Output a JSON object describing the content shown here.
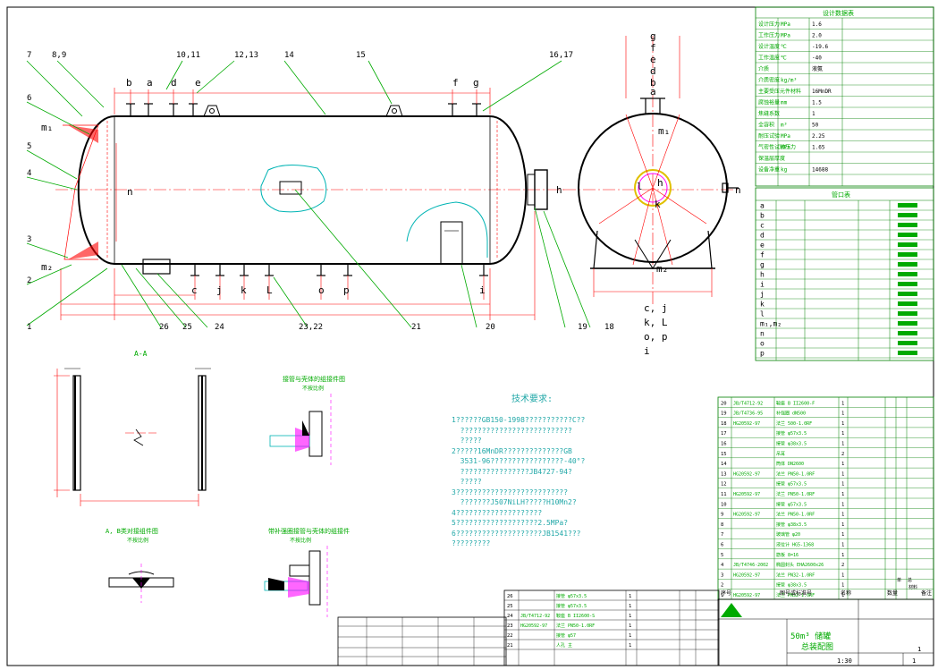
{
  "drawing": {
    "colors": {
      "outline": "#000000",
      "leader": "#00aa00",
      "dimension": "#ff0000",
      "annotation": "#00b4b4",
      "table_line": "#008000",
      "detail": "#ff00ff",
      "highlight": "#e0c000",
      "table_fill": "#00aa00"
    },
    "part_numbers": [
      "1",
      "2",
      "3",
      "4",
      "5",
      "6",
      "7",
      "8,9",
      "10,11",
      "12,13",
      "14",
      "15",
      "16,17",
      "18",
      "19",
      "20",
      "21",
      "22,23",
      "24",
      "25",
      "26"
    ],
    "nozzle_labels_top": [
      "b",
      "a",
      "d",
      "e",
      "f",
      "g"
    ],
    "nozzle_labels_bottom": [
      "c",
      "j",
      "k",
      "L",
      "o",
      "p",
      "i"
    ],
    "head_labels": [
      "m₁",
      "m₂",
      "n"
    ],
    "side_view": {
      "top_letters": [
        "g",
        "f",
        "e",
        "d",
        "b",
        "a"
      ],
      "side_labels": [
        "h",
        "n",
        "l",
        "h"
      ],
      "bottom_labels": [
        "m₂",
        "c, j",
        "k, L",
        "o, p",
        "i"
      ]
    },
    "section_title": "A-A",
    "weld_details": [
      {
        "title": "接管与壳体的组接件图",
        "subtitle": "不按比例"
      },
      {
        "title": "A, B类对接组件图",
        "subtitle": "不按比例"
      },
      {
        "title": "带补强圈接管与壳体的组接件",
        "subtitle": "不按比例"
      }
    ],
    "tech_notes": {
      "title": "技术要求:",
      "lines": [
        "1??????GB150-1998???????????C??",
        "  ??????????????????????????",
        "  ?????",
        "2?????16MnDR??????????????GB",
        "  3531-96?????????????????-40°?",
        "  ????????????????JB4727-94?",
        "  ?????",
        "3??????????????????????????",
        "  ???????J507NiLH?????H10Mn2?",
        "4????????????????????",
        "5???????????????????2.5MPa?",
        "6????????????????????JB1541???",
        "?????????"
      ]
    },
    "title_block": {
      "drawing_name": "50m³ 储罐",
      "drawing_name_2": "总装配图",
      "scale": "1:30",
      "sheet": "1",
      "sheet_total": "1",
      "labels": [
        "序号",
        "图号或标准号",
        "名称",
        "数量",
        "材料",
        "备注",
        "单",
        "总"
      ]
    },
    "design_data_title": "设计数据表",
    "design_data_rows": [
      {
        "name": "设计压力",
        "unit": "MPa",
        "value": "1.6"
      },
      {
        "name": "工作压力",
        "unit": "MPa",
        "value": "2.0"
      },
      {
        "name": "设计温度",
        "unit": "℃",
        "value": "-19.6"
      },
      {
        "name": "工作温度",
        "unit": "℃",
        "value": "-40"
      },
      {
        "name": "介质",
        "unit": "",
        "value": "液氨"
      },
      {
        "name": "介质密度",
        "unit": "kg/m³",
        "value": ""
      },
      {
        "name": "主要受压元件材料",
        "unit": "",
        "value": "16MnDR"
      },
      {
        "name": "腐蚀裕量",
        "unit": "mm",
        "value": "1.5"
      },
      {
        "name": "焦缝系数",
        "unit": "",
        "value": "1"
      },
      {
        "name": "全容积",
        "unit": "m³",
        "value": "50"
      },
      {
        "name": "耐压试验",
        "unit": "MPa",
        "value": "2.25"
      },
      {
        "name": "气密性试验压力",
        "unit": "MPa",
        "value": "1.65"
      },
      {
        "name": "保温层厚度",
        "unit": "",
        "value": ""
      },
      {
        "name": "设备净重",
        "unit": "kg",
        "value": "14688"
      }
    ],
    "nozzle_table_title": "管口表",
    "nozzle_table_letters": [
      "a",
      "b",
      "c",
      "d",
      "e",
      "f",
      "g",
      "h",
      "i",
      "j",
      "k",
      "l",
      "m₁,m₂",
      "n",
      "o",
      "p"
    ],
    "parts_list_top": [
      {
        "no": "20",
        "std": "JB/T4712-92",
        "name": "鞍座 B II2600-F",
        "qty": "1"
      },
      {
        "no": "19",
        "std": "JB/T4736-95",
        "name": "补强圈 dN500",
        "qty": "1"
      },
      {
        "no": "18",
        "std": "HG20592-97",
        "name": "法兰 500-1.0RF",
        "qty": "1"
      },
      {
        "no": "17",
        "std": "",
        "name": "接管 φ57x3.5",
        "qty": "1"
      },
      {
        "no": "16",
        "std": "",
        "name": "接管 φ38x3.5",
        "qty": "1"
      },
      {
        "no": "15",
        "std": "",
        "name": "吊耳",
        "qty": "2"
      },
      {
        "no": "14",
        "std": "",
        "name": "筒体 DN2600",
        "qty": "1"
      },
      {
        "no": "13",
        "std": "HG20592-97",
        "name": "法兰 PN50-1.0RF",
        "qty": "1"
      },
      {
        "no": "12",
        "std": "",
        "name": "接管 φ57x3.5",
        "qty": "1"
      },
      {
        "no": "11",
        "std": "HG20592-97",
        "name": "法兰 PN50-1.0RF",
        "qty": "1"
      },
      {
        "no": "10",
        "std": "",
        "name": "接管 φ57x3.5",
        "qty": "1"
      },
      {
        "no": "9",
        "std": "HG20592-97",
        "name": "法兰 PN50-1.0RF",
        "qty": "1"
      },
      {
        "no": "8",
        "std": "",
        "name": "接管 φ38x3.5",
        "qty": "1"
      },
      {
        "no": "7",
        "std": "",
        "name": "玻璃管 φ20",
        "qty": "1"
      },
      {
        "no": "6",
        "std": "",
        "name": "液位计 HG5-1368",
        "qty": "1"
      },
      {
        "no": "5",
        "std": "",
        "name": "筋板 8=16",
        "qty": "1"
      },
      {
        "no": "4",
        "std": "JB/T4746-2002",
        "name": "椭圆封头 EHA2600x26",
        "qty": "2"
      },
      {
        "no": "3",
        "std": "HG20592-97",
        "name": "法兰 PN32-1.0RF",
        "qty": "1"
      },
      {
        "no": "2",
        "std": "",
        "name": "接管 φ38x3.5",
        "qty": "1"
      },
      {
        "no": "1",
        "std": "HG20592-97",
        "name": "法兰 PN32-1.0RF",
        "qty": "1"
      }
    ],
    "parts_list_bottom": [
      {
        "no": "26",
        "std": "",
        "name": "接管 φ57x3.5",
        "qty": "1"
      },
      {
        "no": "25",
        "std": "",
        "name": "接管 φ57x3.5",
        "qty": "1"
      },
      {
        "no": "24",
        "std": "JB/T4712-92",
        "name": "鞍座 B II2600-S",
        "qty": "1"
      },
      {
        "no": "23",
        "std": "HG20592-97",
        "name": "法兰 PN50-1.0RF",
        "qty": "1"
      },
      {
        "no": "22",
        "std": "",
        "name": "接管 φ57",
        "qty": "1"
      },
      {
        "no": "21",
        "std": "",
        "name": "人孔 主",
        "qty": "1"
      }
    ]
  }
}
